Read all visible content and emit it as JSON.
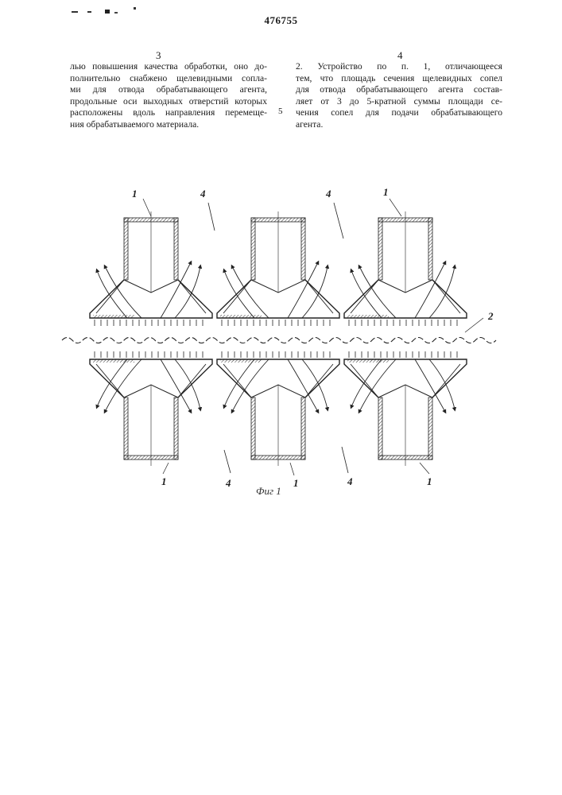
{
  "header": {
    "patent_number": "476755",
    "page_left": "3",
    "page_right": "4"
  },
  "left_column": [
    "лью повышения качества обработки, оно до-",
    "полнительно снабжено щелевидными сопла-",
    "ми  для отвода  обрабатывающего  агента,",
    "продольные оси выходных отверстий которых",
    "расположены вдоль направления перемеще-",
    "ния обрабатываемого материала."
  ],
  "right_column": [
    "2. Устройство по п. 1,  отличающееся",
    "тем, что площадь сечения щелевидных сопел",
    "для отвода обрабатывающего агента состав-",
    "ляет от 3 до 5-кратной  суммы площади се-",
    "чения  сопел для подачи  обрабатывающего",
    "агента."
  ],
  "margin_line_number": "5",
  "figure": {
    "caption": "Фиг 1",
    "labels": {
      "nozzle": "1",
      "material": "2",
      "exhaust": "4"
    }
  }
}
